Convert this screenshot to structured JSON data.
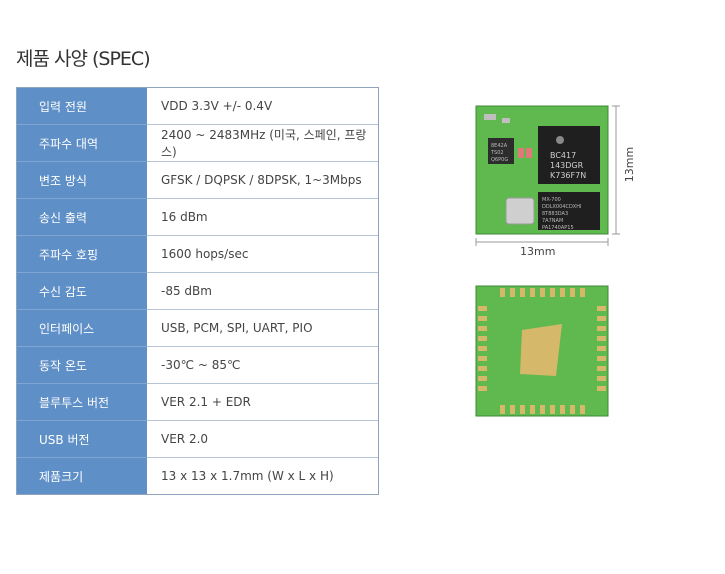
{
  "page": {
    "title": "제품 사양 (SPEC)"
  },
  "spec_table": [
    {
      "label": "입력 전원",
      "value": "VDD 3.3V +/- 0.4V"
    },
    {
      "label": "주파수 대역",
      "value": "2400 ~ 2483MHz (미국, 스페인, 프랑스)"
    },
    {
      "label": "변조 방식",
      "value": "GFSK / DQPSK / 8DPSK, 1~3Mbps"
    },
    {
      "label": "송신 출력",
      "value": "16 dBm"
    },
    {
      "label": "주파수 호핑",
      "value": "1600 hops/sec"
    },
    {
      "label": "수신 감도",
      "value": "-85 dBm"
    },
    {
      "label": "인터페이스",
      "value": "USB, PCM, SPI, UART, PIO"
    },
    {
      "label": "동작 온도",
      "value": "-30℃ ~ 85℃"
    },
    {
      "label": "블루투스 버전",
      "value": "VER 2.1 + EDR"
    },
    {
      "label": "USB 버전",
      "value": "VER 2.0"
    },
    {
      "label": "제품크기",
      "value": "13 x 13 x 1.7mm (W x L x H)"
    }
  ],
  "module_image": {
    "width_label": "13mm",
    "height_label": "13mm",
    "chip_main_text": [
      "BC417",
      "143DGR",
      "K736F7N"
    ],
    "chip_flash_text": [
      "MX-700",
      "DDLX004CDXHI",
      "8T883DA3",
      "7A7NAM",
      "PA1740AP15"
    ],
    "chip_small_text": [
      "8E42A",
      "TS02",
      "Q6P0G"
    ]
  },
  "colors": {
    "label_bg": "#5f8fc7",
    "pcb_green": "#59b74a",
    "pad_gold": "#d6b86a"
  }
}
